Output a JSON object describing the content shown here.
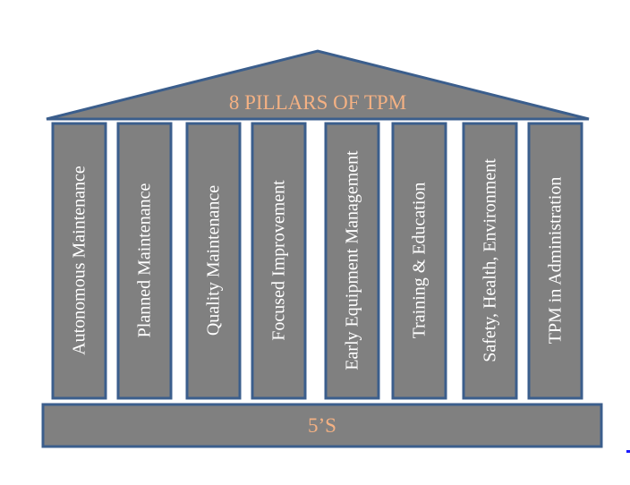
{
  "title": "8 PILLARS OF TPM",
  "pillars": [
    "Autonomous Maintenance",
    "Planned Maintenance",
    "Quality Maintenance",
    "Focused Improvement",
    "Early Equipment Management",
    "Training & Education",
    "Safety, Health, Environment",
    "TPM in Administration"
  ],
  "base": "5’S",
  "colors": {
    "fill": "#808080",
    "border": "#3b5e8c",
    "title_text": "#f4b183",
    "pillar_text": "#ffffff"
  }
}
